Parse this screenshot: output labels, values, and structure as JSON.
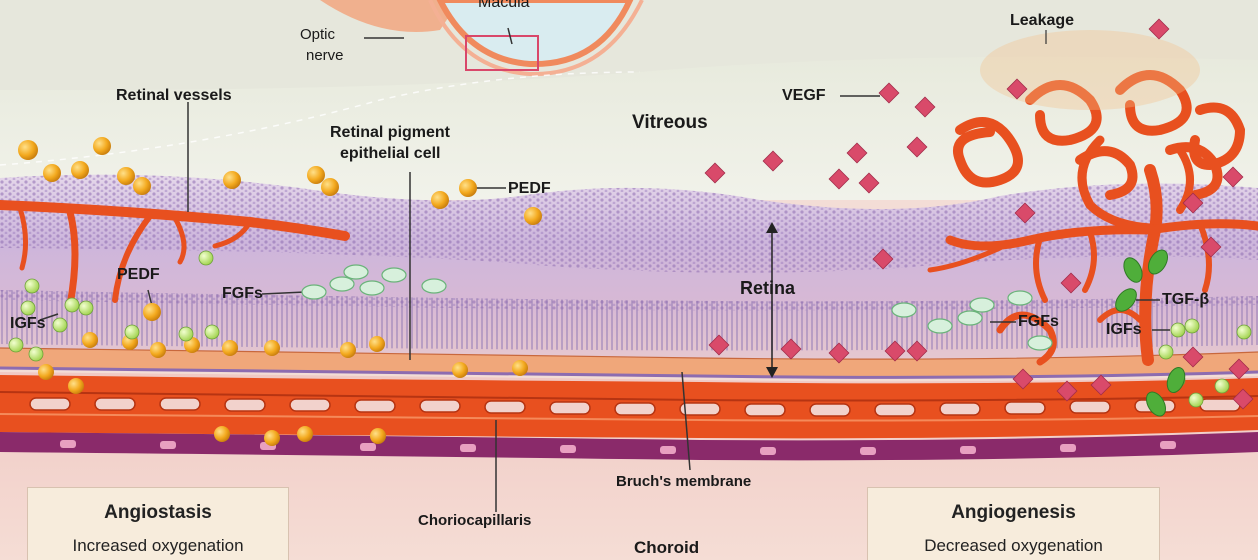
{
  "labels": {
    "macula": "Macula",
    "optic_nerve_l1": "Optic",
    "optic_nerve_l2": "nerve",
    "leakage": "Leakage",
    "retinal_vessels": "Retinal vessels",
    "vegf": "VEGF",
    "vitreous": "Vitreous",
    "rpe_l1": "Retinal pigment",
    "rpe_l2": "epithelial cell",
    "pedf_top": "PEDF",
    "pedf_left": "PEDF",
    "fgfs_left": "FGFs",
    "igfs_left": "IGFs",
    "retina": "Retina",
    "fgfs_right": "FGFs",
    "tgf_beta": "TGF-β",
    "igfs_right": "IGFs",
    "bruchs_membrane": "Bruch's membrane",
    "choriocapillaris": "Choriocapillaris",
    "choroid": "Choroid"
  },
  "panels": {
    "left": {
      "title": "Angiostasis",
      "subtitle": "Increased oxygenation"
    },
    "right": {
      "title": "Angiogenesis",
      "subtitle": "Decreased oxygenation"
    }
  },
  "colors": {
    "vessel": "#e8501f",
    "vessel_dark": "#b63412",
    "pedf": "#f3a91e",
    "igf": "#b8e36a",
    "fgf": "#bfe6c8",
    "tgf": "#5cb544",
    "vegf": "#d94a6a",
    "retina_purple": "#b59ac8",
    "vitreous": "#eef0e4",
    "choroid_band": "#8a2a6a"
  }
}
